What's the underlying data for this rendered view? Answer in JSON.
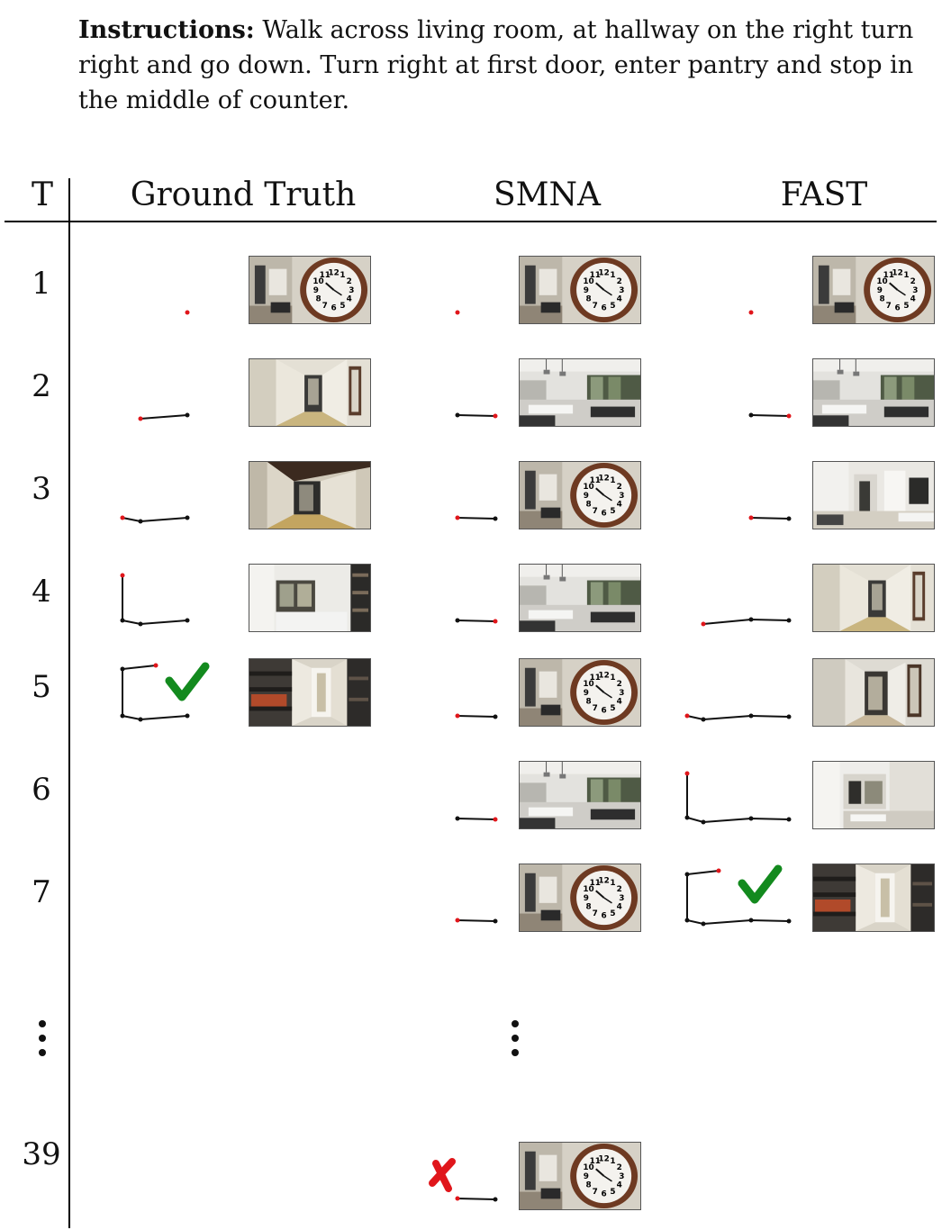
{
  "instructions": {
    "label": "Instructions:",
    "text": "Walk across living room, at hallway on the right turn right and go down. Turn right at first door, enter pantry and stop in the middle of counter."
  },
  "table": {
    "t_header": "T",
    "columns": [
      "Ground Truth",
      "SMNA",
      "FAST"
    ],
    "rows": [
      "1",
      "2",
      "3",
      "4",
      "5",
      "6",
      "7",
      "39"
    ]
  },
  "colors": {
    "path_line": "#111111",
    "current_node": "#e0161b",
    "success_check": "#138a1e",
    "failure_cross": "#e0161b"
  },
  "cells": {
    "ground_truth": [
      "clock",
      "corridor",
      "hallway",
      "kitchen",
      "pantry"
    ],
    "smna": [
      "clock",
      "living",
      "clock",
      "living",
      "clock",
      "living",
      "clock",
      "clock"
    ],
    "fast": [
      "clock",
      "living",
      "room",
      "corridor",
      "corridor2",
      "kitchen2",
      "pantry"
    ]
  },
  "outcomes": {
    "ground_truth": "success-check-icon",
    "smna": "failure-cross-icon",
    "fast": "success-check-icon"
  }
}
